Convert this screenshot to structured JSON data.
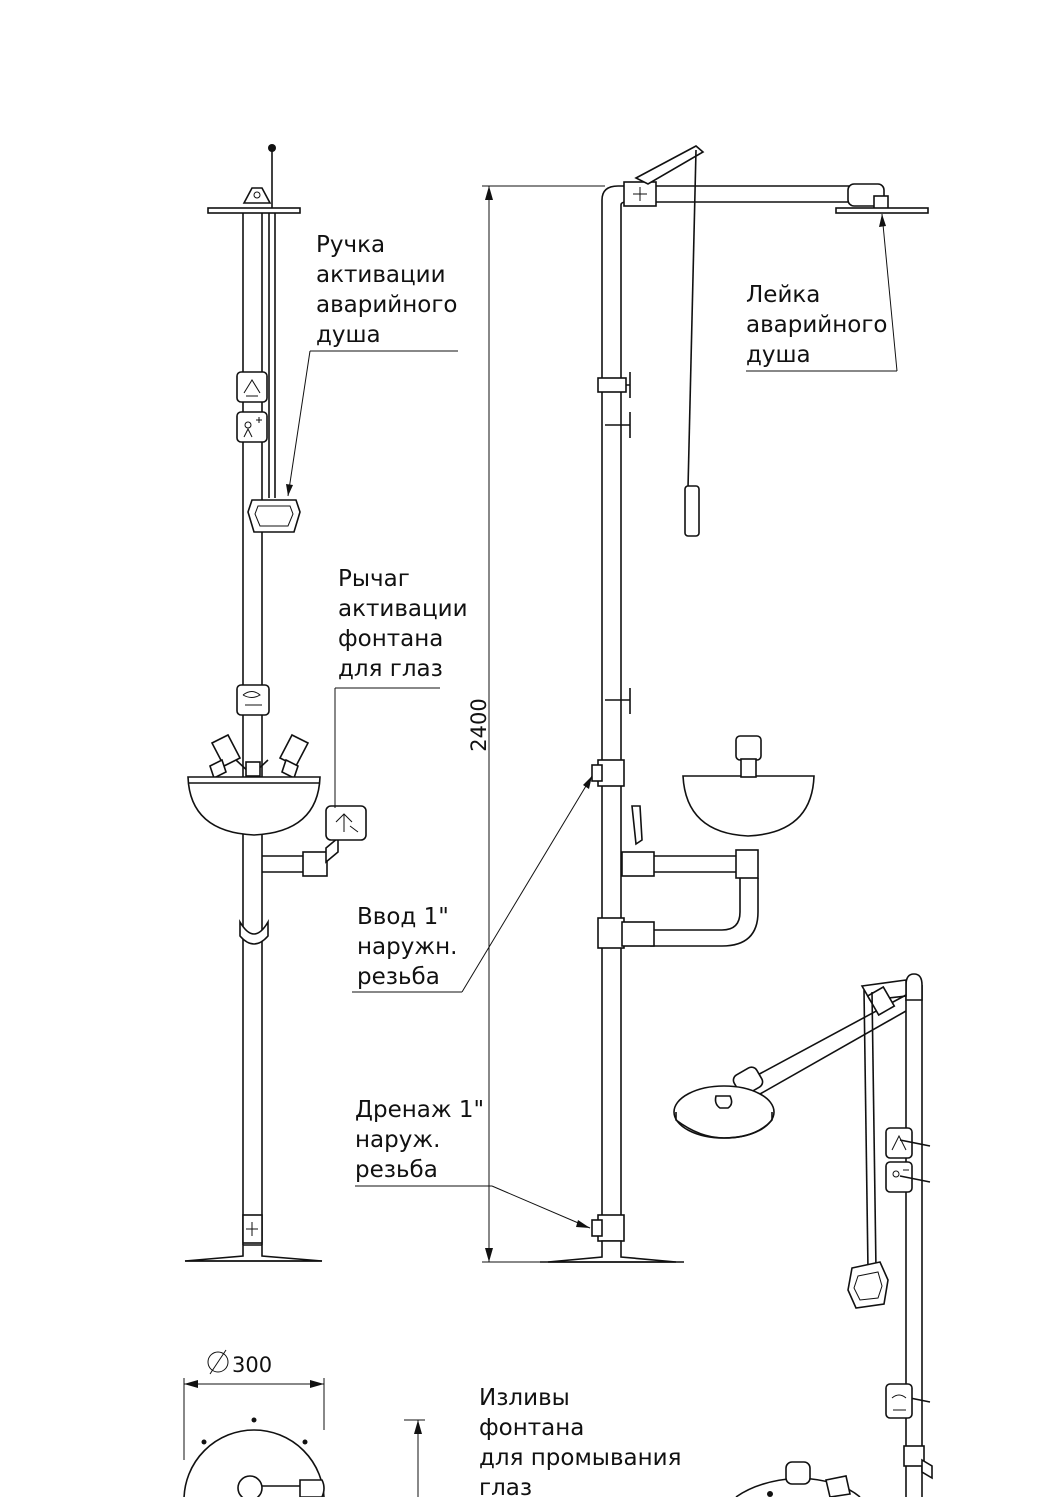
{
  "labels": {
    "shower_handle": [
      "Ручка",
      "активации",
      "аварийного",
      "душа"
    ],
    "shower_head": [
      "Лейка",
      "аварийного",
      "душа"
    ],
    "eyewash_lever": [
      "Рычаг",
      "активации",
      "фонтана",
      "для глаз"
    ],
    "inlet": [
      "Ввод 1\"",
      "наружн.",
      "резьба"
    ],
    "drain": [
      "Дренаж 1\"",
      "наруж.",
      "резьба"
    ],
    "eyewash_spouts": [
      "Изливы",
      "фонтана",
      "для промывания",
      "глаз"
    ]
  },
  "dimensions": {
    "height": "2400",
    "diameter": "300"
  }
}
